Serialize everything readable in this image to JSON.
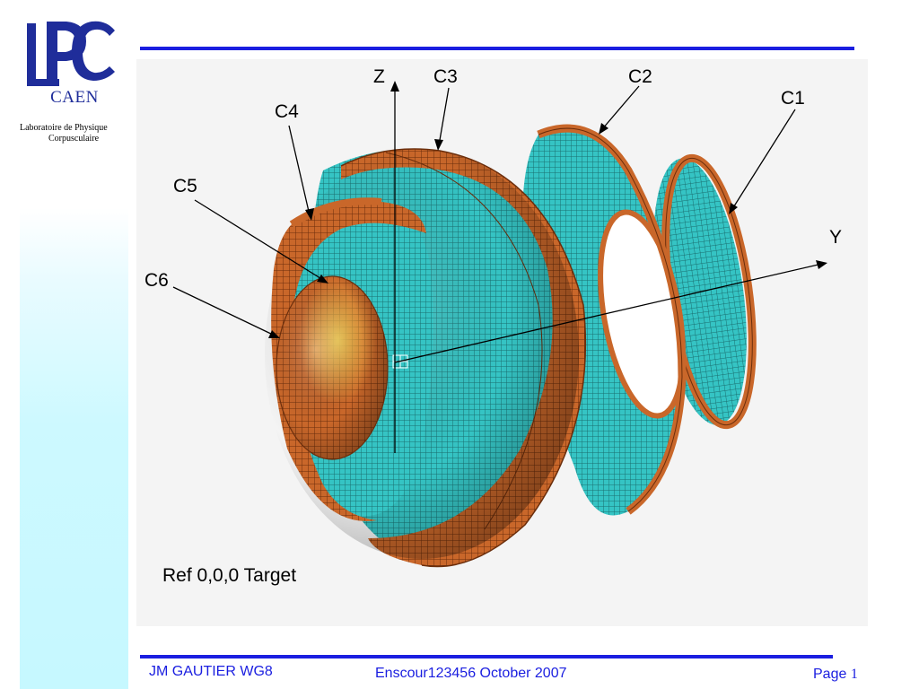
{
  "logo": {
    "caen": "CAEN",
    "line1": "Laboratoire de Physique",
    "line2": "Corpusculaire"
  },
  "diagram": {
    "axis_z": "Z",
    "axis_y": "Y",
    "labels": {
      "c1": "C1",
      "c2": "C2",
      "c3": "C3",
      "c4": "C4",
      "c5": "C5",
      "c6": "C6"
    },
    "reference": "Ref 0,0,0 Target",
    "colors": {
      "shell": "#c9672a",
      "shell_dark": "#8a3d12",
      "inner": "#35c4c4",
      "inner_dark": "#1f8a8a",
      "highlight": "#f2c750"
    }
  },
  "footer": {
    "author": "JM  GAUTIER WG8",
    "event": "Enscour123456 October 2007",
    "page_label": "Page ",
    "page_number": "1"
  },
  "theme": {
    "rule_color": "#1a1ee0",
    "strip_color": "#c6f8ff"
  }
}
